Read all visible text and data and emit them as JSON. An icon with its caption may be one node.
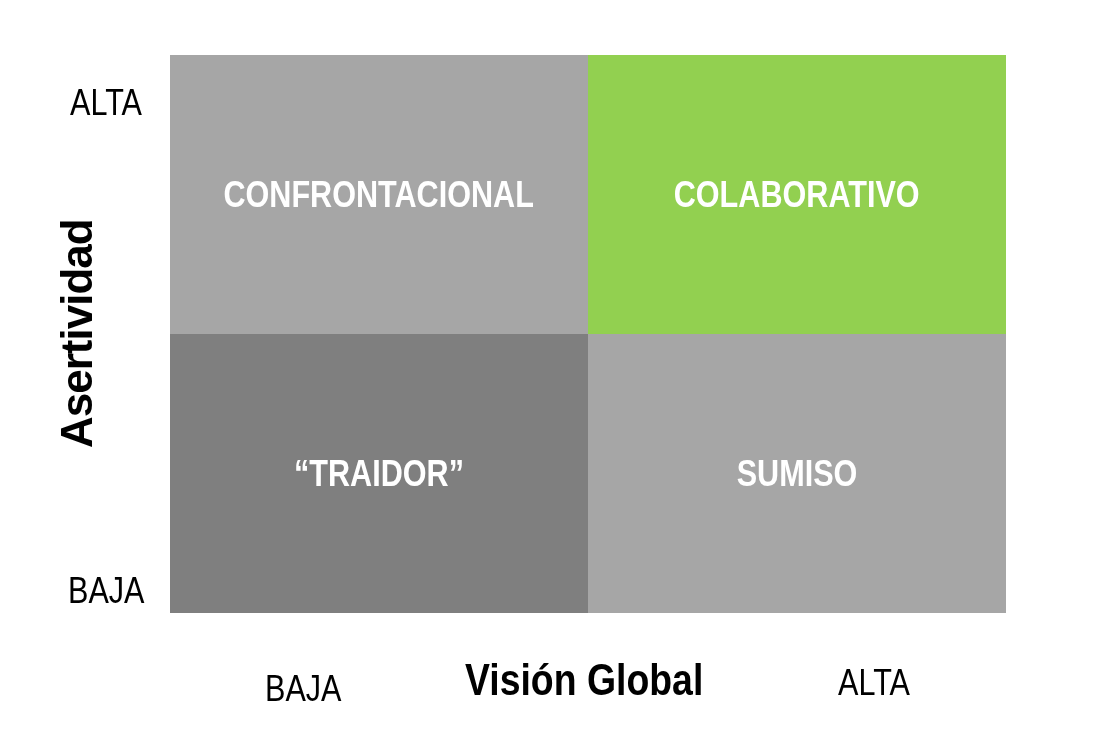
{
  "diagram": {
    "nodes": [
      {
        "text": [
          "CONFRONTACIONAL"
        ]
      },
      {
        "text": [
          "COLABORATIVO"
        ]
      },
      {
        "text": [
          "“TRAIDOR”"
        ]
      },
      {
        "text": [
          "SUMISO"
        ]
      }
    ],
    "labels": [
      "ALTA",
      "Asertividad",
      "BAJA",
      "BAJA",
      "Visión Global",
      "ALTA"
    ]
  }
}
